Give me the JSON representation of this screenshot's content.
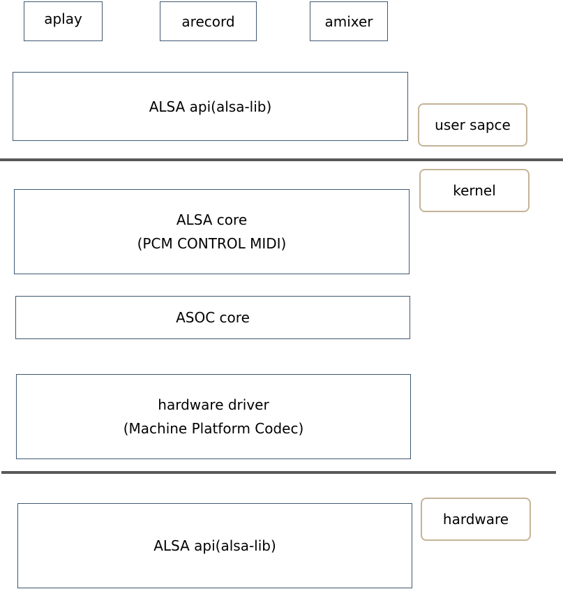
{
  "tools": {
    "aplay": "aplay",
    "arecord": "arecord",
    "amixer": "amixer"
  },
  "user_layer": {
    "alsa_api": "ALSA api(alsa-lib)",
    "label": "user sapce"
  },
  "kernel_layer": {
    "label": "kernel",
    "alsa_core_line1": "ALSA core",
    "alsa_core_line2": "(PCM CONTROL MIDI)",
    "asoc_core": "ASOC core",
    "hw_driver_line1": "hardware driver",
    "hw_driver_line2": "(Machine Platform Codec)"
  },
  "hardware_layer": {
    "label": "hardware",
    "alsa_api": "ALSA api(alsa-lib)"
  },
  "colors": {
    "box_border": "#3f5870",
    "tag_border": "#c4b397",
    "divider": "#595959"
  }
}
